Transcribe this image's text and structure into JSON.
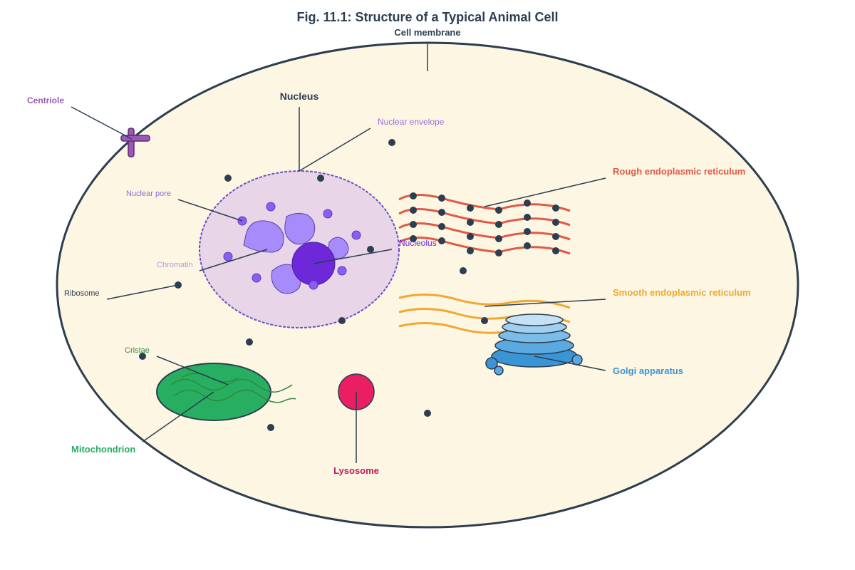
{
  "title": "Fig. 11.1: Structure of a Typical Animal Cell",
  "labels": {
    "cell_membrane": "Cell membrane",
    "centriole": "Centriole",
    "nucleus": "Nucleus",
    "nuclear_envelope": "Nuclear envelope",
    "nuclear_pore": "Nuclear pore",
    "nucleolus": "Nucleolus",
    "chromatin": "Chromatin",
    "ribosome": "Ribosome",
    "rough_er": "Rough endoplasmic reticulum",
    "smooth_er": "Smooth endoplasmic reticulum",
    "golgi": "Golgi apparatus",
    "cristae": "Cristae",
    "mitochondrion": "Mitochondrion",
    "lysosome": "Lysosome"
  },
  "colors": {
    "outline": "#2c3e50",
    "cytoplasm": "#fdf6e3",
    "nucleus_fill": "#e8d5e8",
    "nuclear_envelope": "#6c4fc4",
    "chromatin": "#a78bfa",
    "nucleolus": "#6d28d9",
    "centriole": "#9b59b6",
    "rough_er": "#e05a47",
    "smooth_er": "#f0a830",
    "golgi": "#3a95d6",
    "mitochondrion": "#27ae60",
    "cristae": "#2e8b3e",
    "lysosome": "#e91e63",
    "ribosome": "#2c3e50",
    "label_centriole": "#9b59b6",
    "label_nuclear_envelope": "#9b6bd9",
    "label_nuclear_pore": "#8b6fd6",
    "label_nucleolus": "#6d28d9",
    "label_chromatin": "#b19cd9",
    "label_rough_er": "#e05a47",
    "label_smooth_er": "#f0a830",
    "label_golgi": "#3a95d6",
    "label_cristae": "#2e8b3e",
    "label_mitochondrion": "#27ae60",
    "label_lysosome": "#c2185b"
  }
}
